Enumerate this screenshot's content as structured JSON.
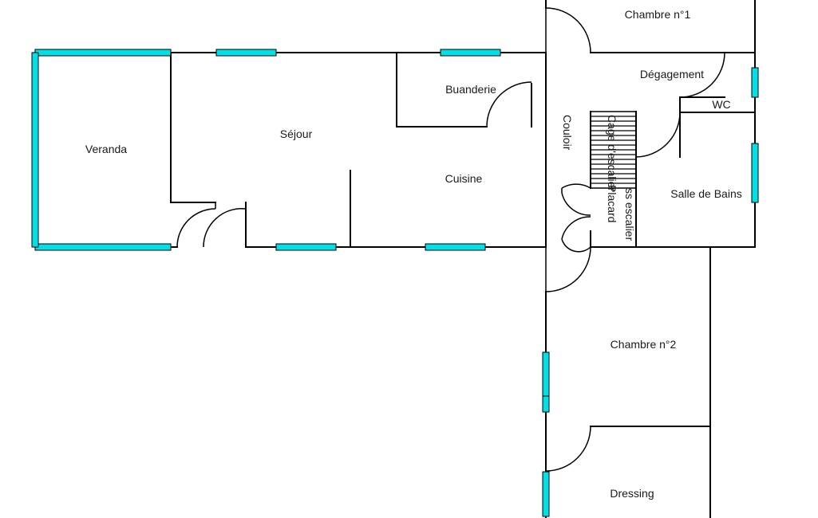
{
  "colors": {
    "window": "#00e0e8",
    "wall": "#000000",
    "background": "#ffffff"
  },
  "rooms": {
    "chambre1": "Chambre n°1",
    "degagement": "Dégagement",
    "buanderie": "Buanderie",
    "couloir": "Couloir",
    "wc": "WC",
    "sejour": "Séjour",
    "veranda": "Veranda",
    "cuisine": "Cuisine",
    "cage_escalier": "Cage d'escalier",
    "placard": "Placard",
    "ss_escalier": "ss escalier",
    "salle_de_bains": "Salle de Bains",
    "chambre2": "Chambre n°2",
    "dressing": "Dressing"
  }
}
